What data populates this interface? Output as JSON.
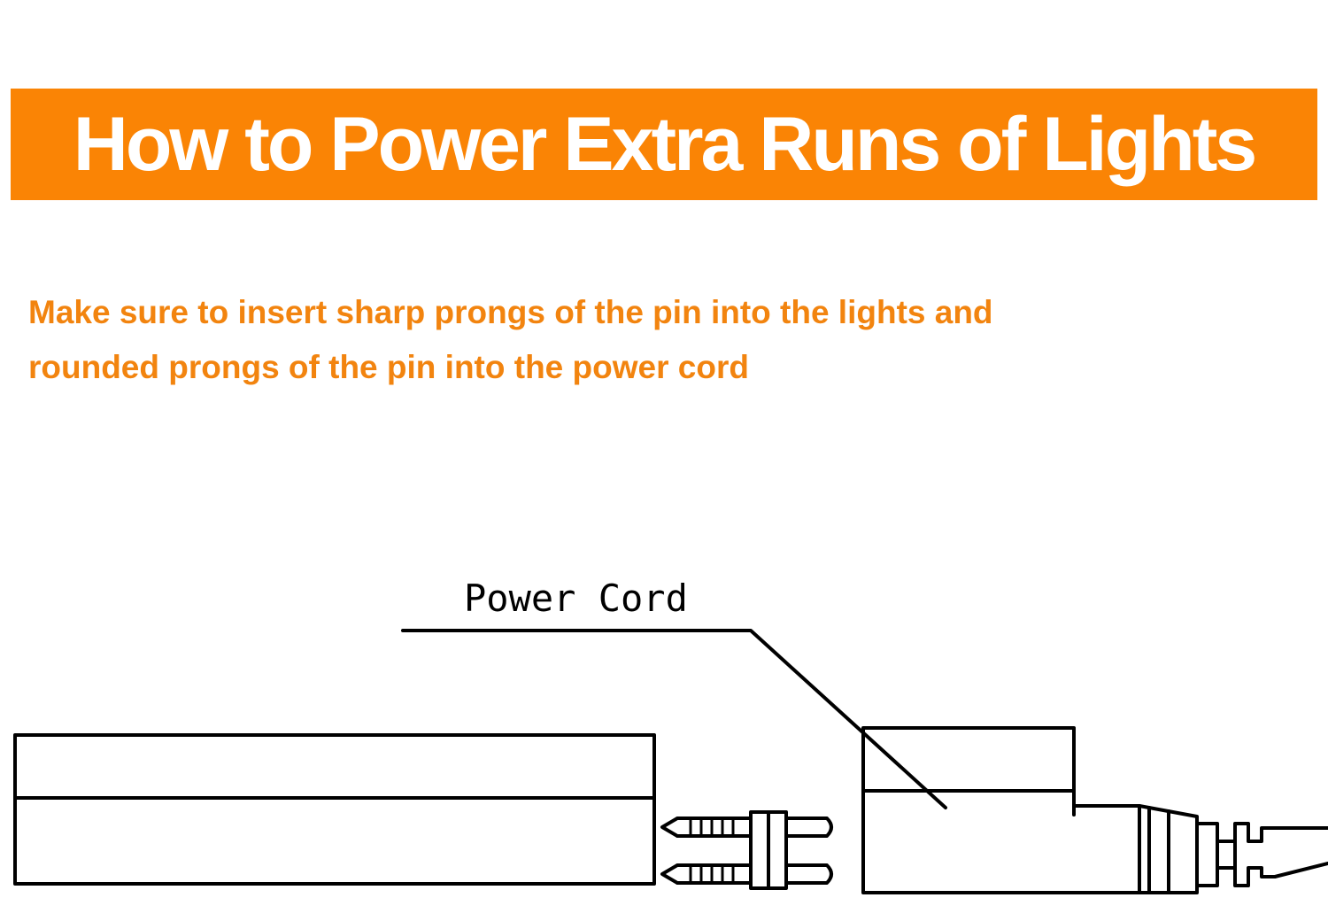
{
  "title": "How to Power Extra Runs of Lights",
  "instruction": {
    "line1": "Make sure to insert sharp prongs of the pin into the lights and",
    "line2": "rounded prongs of the pin into the power cord"
  },
  "diagram": {
    "callout_label": "Power Cord"
  },
  "colors": {
    "accent": "#fa8405",
    "instruction_text": "#f2840f",
    "line_art": "#000000"
  }
}
